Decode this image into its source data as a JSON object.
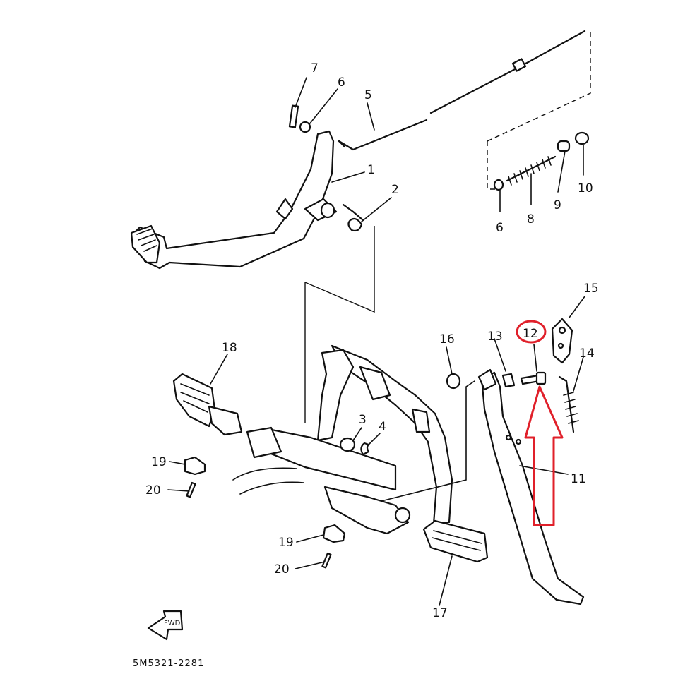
{
  "diagram": {
    "part_numbers": [
      "1",
      "2",
      "3",
      "4",
      "5",
      "6",
      "7",
      "8",
      "9",
      "10",
      "11",
      "12",
      "13",
      "14",
      "15",
      "16",
      "17",
      "18",
      "19",
      "20"
    ],
    "labels": {
      "p1": "1",
      "p2": "2",
      "p3": "3",
      "p4": "4",
      "p5": "5",
      "p6a": "6",
      "p6b": "6",
      "p7": "7",
      "p8": "8",
      "p9": "9",
      "p10": "10",
      "p11": "11",
      "p12": "12",
      "p13": "13",
      "p14": "14",
      "p15": "15",
      "p16": "16",
      "p17": "17",
      "p18": "18",
      "p19a": "19",
      "p19b": "19",
      "p20a": "20",
      "p20b": "20"
    },
    "fwd_label": "FWD",
    "figure_code": "5M5321-2281",
    "highlighted_part": "12",
    "highlight_color": "#e0202a",
    "line_color": "#111111"
  }
}
